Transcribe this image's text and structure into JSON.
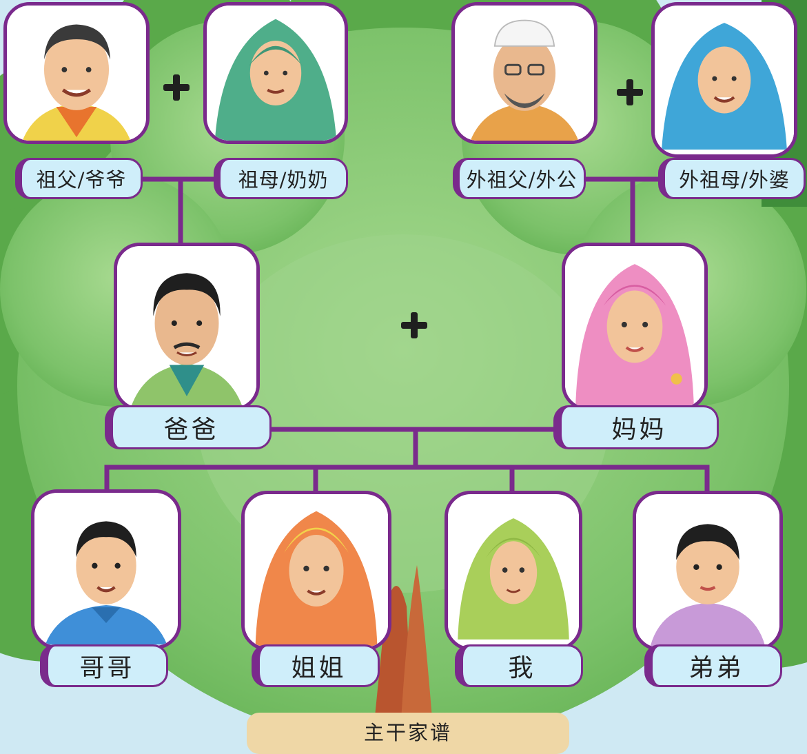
{
  "title": "主干家谱",
  "colors": {
    "frame": "#7a2a8c",
    "label_bg": "#cfeefa",
    "caption_bg": "#efd7a6"
  },
  "members": {
    "grandfather": {
      "label": "祖父/爷爷"
    },
    "grandmother": {
      "label": "祖母/奶奶"
    },
    "m_grandfather": {
      "label": "外祖父/外公"
    },
    "m_grandmother": {
      "label": "外祖母/外婆"
    },
    "father": {
      "label": "爸爸"
    },
    "mother": {
      "label": "妈妈"
    },
    "brother": {
      "label": "哥哥"
    },
    "sister": {
      "label": "姐姐"
    },
    "me": {
      "label": "我"
    },
    "younger_brother": {
      "label": "弟弟"
    }
  },
  "plus_sign": "+"
}
